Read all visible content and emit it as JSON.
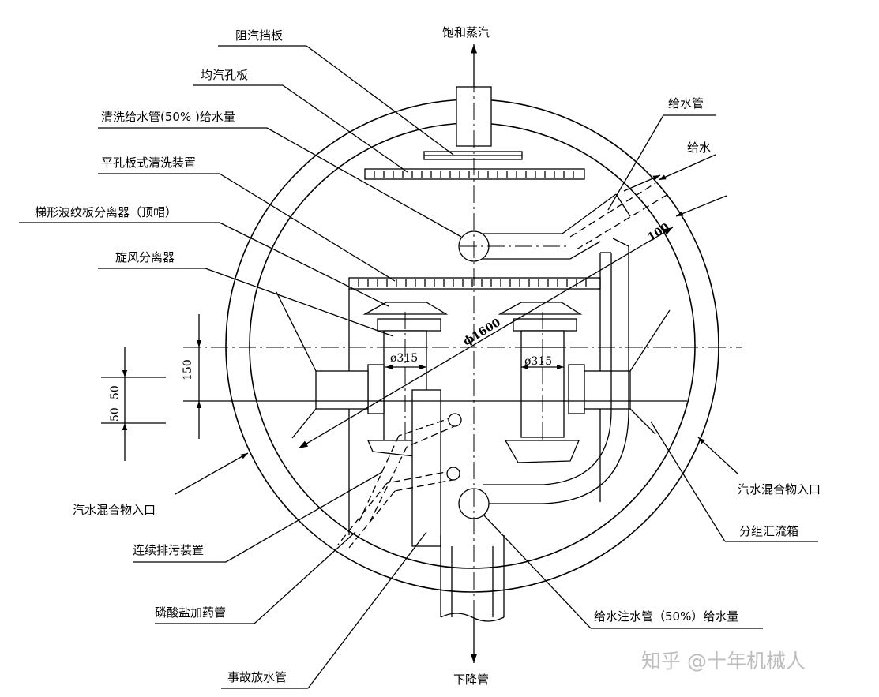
{
  "labels": {
    "steam_baffle": "阻汽挡板",
    "equalizing_plate": "均汽孔板",
    "wash_water_pipe": "清洗给水管(50% )给水量",
    "perforated_wash_device": "平孔板式清洗装置",
    "corrugated_separator": "梯形波纹板分离器（顶帽）",
    "cyclone_separator": "旋风分离器",
    "mixture_inlet_left": "汽水混合物入口",
    "continuous_blowdown": "连续排污装置",
    "phosphate_pipe": "磷酸盐加药管",
    "emergency_drain": "事故放水管",
    "saturated_steam": "饱和蒸汽",
    "feedwater_pipe": "给水管",
    "feedwater": "给水",
    "mixture_inlet_right": "汽水混合物入口",
    "header_box": "分组汇流箱",
    "feedwater_injection": "给水注水管（50%）给水量",
    "downcomer": "下降管"
  },
  "dimensions": {
    "dia_left": "ø315",
    "dia_right": "ø315",
    "drum_dia": "ϕ1600",
    "gap_100": "100",
    "dim_150": "150",
    "dim_50_top": "50",
    "dim_50_bottom": "50"
  },
  "watermark": "知乎 @十年机械人"
}
